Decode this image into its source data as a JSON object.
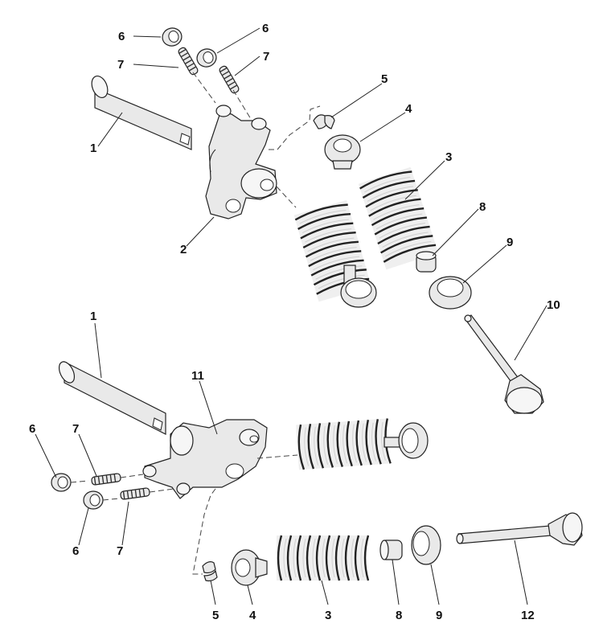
{
  "callouts": {
    "upper": {
      "c1": "1",
      "c2": "2",
      "c3": "3",
      "c4": "4",
      "c5": "5",
      "c6a": "6",
      "c6b": "6",
      "c7a": "7",
      "c7b": "7",
      "c8": "8",
      "c9": "9",
      "c10": "10"
    },
    "lower": {
      "c1": "1",
      "c11": "11",
      "c6a": "6",
      "c7a": "7",
      "c6b": "6",
      "c7b": "7",
      "c5": "5",
      "c4": "4",
      "c3": "3",
      "c8": "8",
      "c9": "9",
      "c12": "12"
    }
  }
}
